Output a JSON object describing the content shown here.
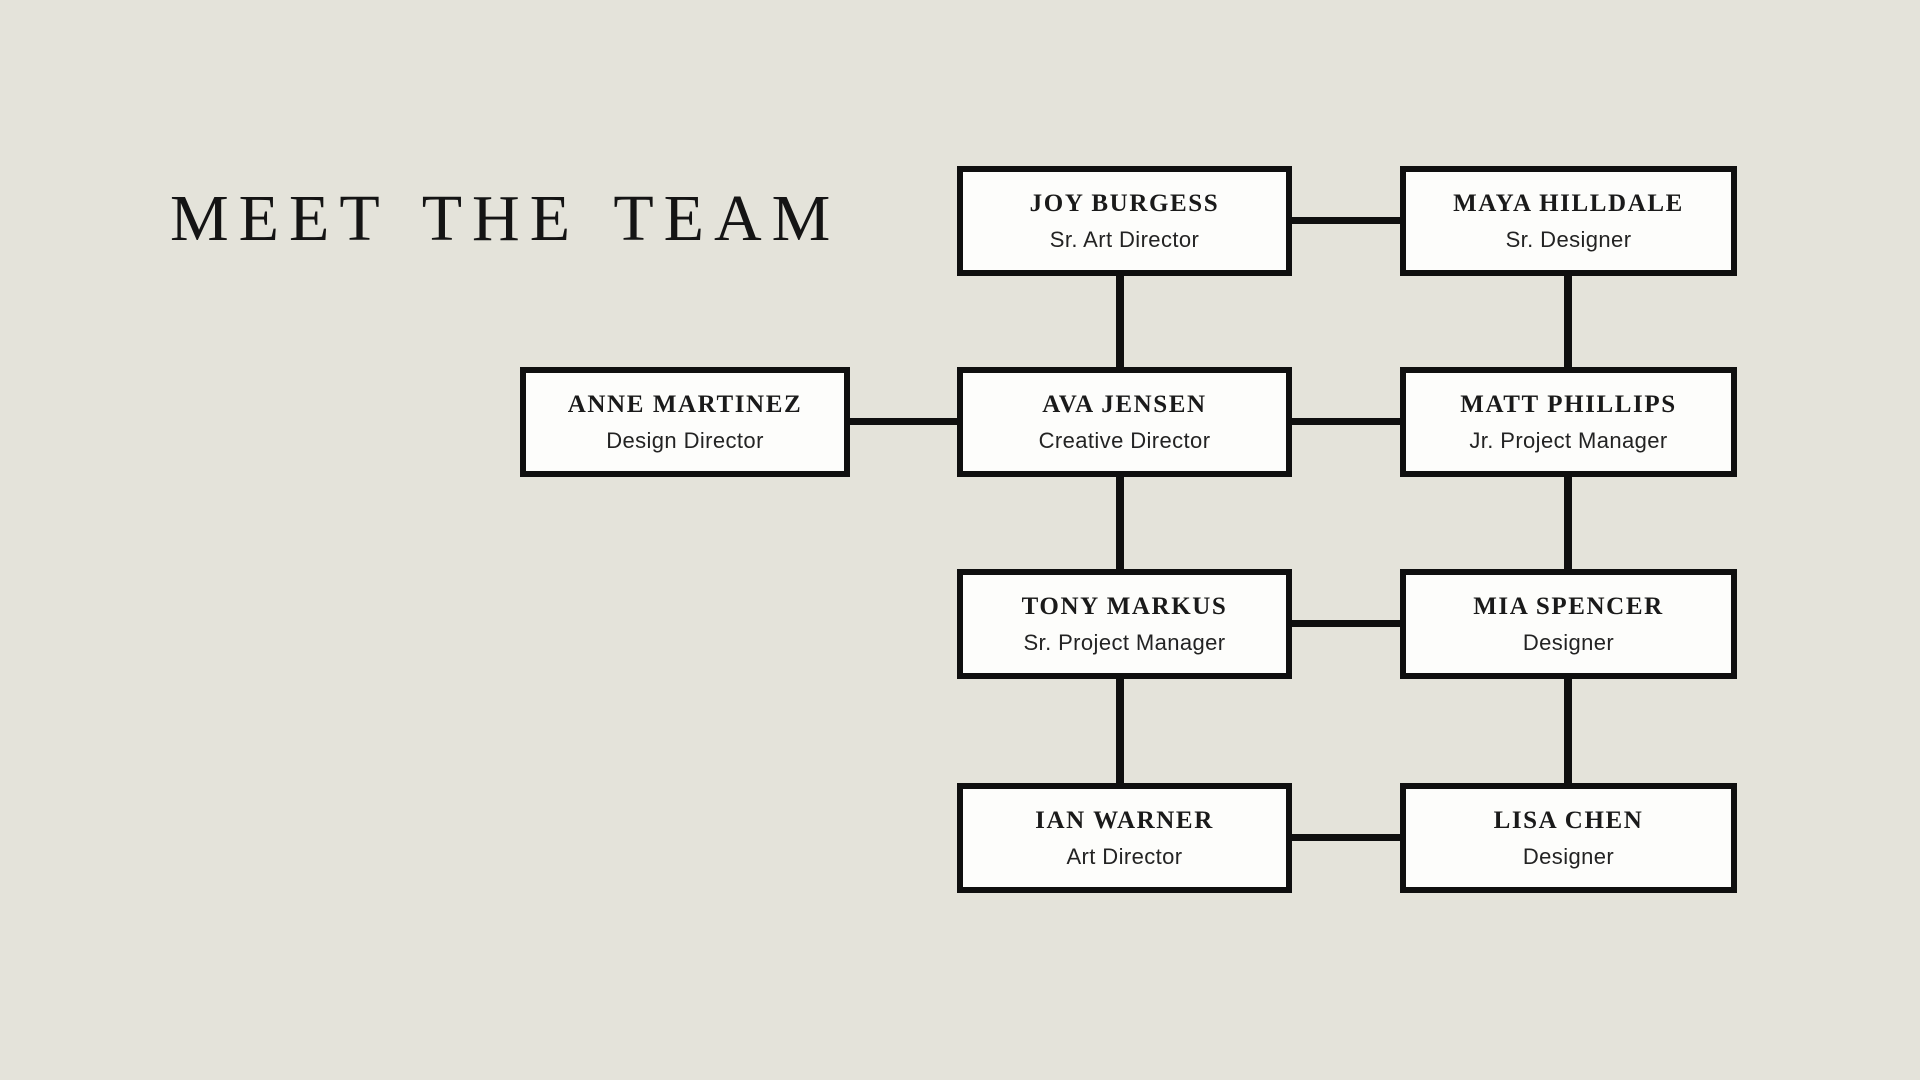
{
  "title": "MEET THE TEAM",
  "palette": {
    "background": "#e4e3da",
    "box_fill": "#fdfdfb",
    "line_color": "#0f0f0f",
    "name_color": "#1a1a1a",
    "role_color": "#232323"
  },
  "team": [
    {
      "name": "JOY BURGESS",
      "role": "Sr. Art Director"
    },
    {
      "name": "MAYA HILLDALE",
      "role": "Sr. Designer"
    },
    {
      "name": "ANNE MARTINEZ",
      "role": "Design Director"
    },
    {
      "name": "AVA JENSEN",
      "role": "Creative Director"
    },
    {
      "name": "MATT PHILLIPS",
      "role": "Jr. Project Manager"
    },
    {
      "name": "TONY MARKUS",
      "role": "Sr. Project Manager"
    },
    {
      "name": "MIA SPENCER",
      "role": "Designer"
    },
    {
      "name": "IAN WARNER",
      "role": "Art Director"
    },
    {
      "name": "LISA CHEN",
      "role": "Designer"
    }
  ],
  "connections": [
    {
      "from": "JOY BURGESS",
      "to": "MAYA HILLDALE"
    },
    {
      "from": "JOY BURGESS",
      "to": "AVA JENSEN"
    },
    {
      "from": "MAYA HILLDALE",
      "to": "MATT PHILLIPS"
    },
    {
      "from": "ANNE MARTINEZ",
      "to": "AVA JENSEN"
    },
    {
      "from": "AVA JENSEN",
      "to": "MATT PHILLIPS"
    },
    {
      "from": "AVA JENSEN",
      "to": "TONY MARKUS"
    },
    {
      "from": "MATT PHILLIPS",
      "to": "MIA SPENCER"
    },
    {
      "from": "TONY MARKUS",
      "to": "MIA SPENCER"
    },
    {
      "from": "TONY MARKUS",
      "to": "IAN WARNER"
    },
    {
      "from": "MIA SPENCER",
      "to": "LISA CHEN"
    },
    {
      "from": "IAN WARNER",
      "to": "LISA CHEN"
    }
  ]
}
